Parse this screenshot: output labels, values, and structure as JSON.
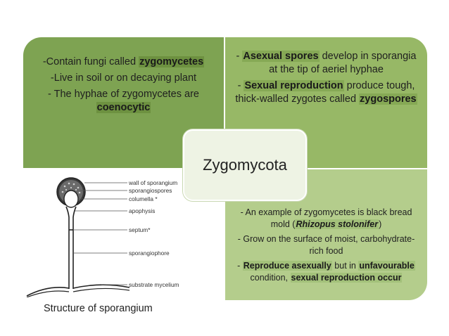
{
  "center": {
    "title": "Zygomycota"
  },
  "q1": {
    "lines": [
      {
        "pre": "-Contain fungi called ",
        "hl": "zygomycetes",
        "post": ""
      },
      {
        "pre": "-Live in soil or on decaying plant",
        "hl": "",
        "post": ""
      },
      {
        "pre": "- The hyphae of zygomycetes are ",
        "hl": "coenocytic",
        "post": ""
      }
    ]
  },
  "q2": {
    "l1_pre": "- ",
    "l1_hl": "Asexual spores",
    "l1_post": " develop in sporangia at the tip of aeriel hyphae",
    "l2_pre": "- ",
    "l2_hl": "Sexual reproduction",
    "l2_post": " produce tough, thick-walled zygotes called ",
    "l2_hl2": "zygospores"
  },
  "q4": {
    "l1_pre": "- An example of zygomycetes is black bread mold (",
    "l1_hl": "Rhizopus stolonifer",
    "l1_post": ")",
    "l2": "- Grow on the surface of moist, carbohydrate-rich food",
    "l3_pre": "- ",
    "l3_hl": "Reproduce asexually",
    "l3_mid": " but in ",
    "l3_hl2": "unfavourable",
    "l3_mid2": " condition, ",
    "l3_hl3": "sexual reproduction occur"
  },
  "diagram": {
    "labels": [
      "wall of sporangium",
      "sporangiospores",
      "columella *",
      "apophysis",
      "septum*",
      "sporangiophore",
      "substrate mycelium"
    ]
  },
  "caption": "Structure of sporangium"
}
